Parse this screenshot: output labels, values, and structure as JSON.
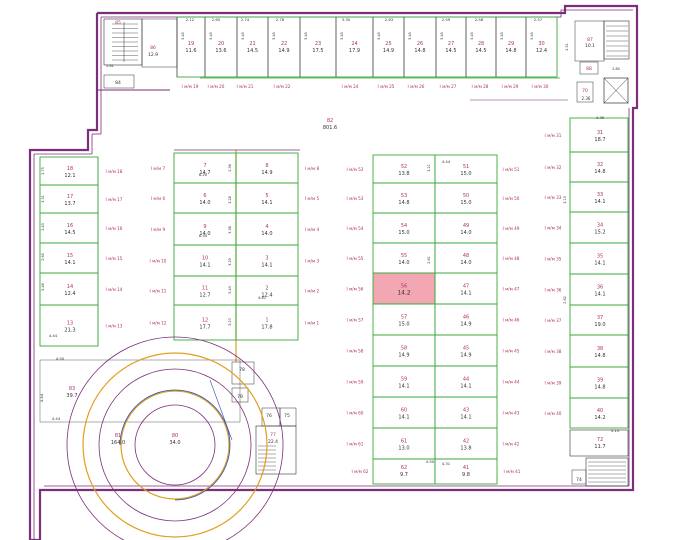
{
  "plan": {
    "colors": {
      "wall": "#7a2f7a",
      "cell": "#3aa83a",
      "text": "#b0306a",
      "dim": "#333333",
      "ramp": "#e0a020",
      "highlight": "#f3a7b3"
    },
    "top_widths": [
      "2.12",
      "2.65",
      "2.74",
      "2.78",
      "3.30",
      "2.63",
      "2.59",
      "2.58",
      "2.57"
    ],
    "top_stalls": [
      {
        "no": "19",
        "area": "11.6"
      },
      {
        "no": "20",
        "area": "13.6"
      },
      {
        "no": "21",
        "area": "14.5"
      },
      {
        "no": "22",
        "area": "14.9"
      },
      {
        "no": "23",
        "area": "17.5"
      },
      {
        "no": "24",
        "area": "17.9"
      },
      {
        "no": "25",
        "area": "14.9"
      },
      {
        "no": "26",
        "area": "14.8"
      },
      {
        "no": "27",
        "area": "14.5"
      },
      {
        "no": "28",
        "area": "14.5"
      },
      {
        "no": "29",
        "area": "14.8"
      },
      {
        "no": "30",
        "area": "12.4"
      }
    ],
    "top_mm": [
      "I м/м 19",
      "I м/м 20",
      "I м/м 21",
      "I м/м 22",
      "I м/м 24",
      "I м/м 25",
      "I м/м 26",
      "I м/м 27",
      "I м/м 28",
      "I м/м 29",
      "I м/м 30"
    ],
    "room85": {
      "no": "85",
      "area": "12.9"
    },
    "room84": "84",
    "room87": {
      "no": "87",
      "area": "10.1"
    },
    "room88": "88",
    "room70": {
      "no": "70",
      "area": "2.36"
    },
    "hall": {
      "no": "82",
      "area": "801.6"
    },
    "left_stalls": [
      {
        "no": "18",
        "area": "12.1",
        "mm": "I м/м 18"
      },
      {
        "no": "17",
        "area": "13.7",
        "mm": "I м/м 17"
      },
      {
        "no": "16",
        "area": "14.5",
        "mm": "I м/м 16"
      },
      {
        "no": "15",
        "area": "14.1",
        "mm": "I м/м 15"
      },
      {
        "no": "14",
        "area": "12.4",
        "mm": "I м/м 14"
      },
      {
        "no": "13",
        "area": "21.3",
        "mm": "I м/м 13"
      }
    ],
    "cl_stalls": [
      {
        "no": "7",
        "area": "14.7",
        "mm": "I м/м 7"
      },
      {
        "no": "6",
        "area": "14.0",
        "mm": "I м/м 6"
      },
      {
        "no": "9",
        "area": "14.0",
        "mm": "I м/м 9"
      },
      {
        "no": "10",
        "area": "14.1",
        "mm": "I м/м 10"
      },
      {
        "no": "11",
        "area": "12.7",
        "mm": "I м/м 11"
      },
      {
        "no": "12",
        "area": "17.7",
        "mm": "I м/м 12"
      }
    ],
    "cr_stalls": [
      {
        "no": "8",
        "area": "14.9",
        "mm": "I м/м 8"
      },
      {
        "no": "5",
        "area": "14.1",
        "mm": "I м/м 5"
      },
      {
        "no": "4",
        "area": "14.0",
        "mm": "I м/м 4"
      },
      {
        "no": "3",
        "area": "14.1",
        "mm": "I м/м 3"
      },
      {
        "no": "2",
        "area": "12.4",
        "mm": "I м/м 2"
      },
      {
        "no": "1",
        "area": "17.8",
        "mm": "I м/м 1"
      }
    ],
    "ml_stalls": [
      {
        "no": "52",
        "area": "13.8",
        "mm": "I м/м 52"
      },
      {
        "no": "53",
        "area": "14.8",
        "mm": "I м/м 53"
      },
      {
        "no": "54",
        "area": "15.0",
        "mm": "I м/м 54"
      },
      {
        "no": "55",
        "area": "14.0",
        "mm": "I м/м 55"
      },
      {
        "no": "56",
        "area": "14.2",
        "mm": "I м/м 56"
      },
      {
        "no": "57",
        "area": "15.0",
        "mm": "I м/м 57"
      },
      {
        "no": "58",
        "area": "14.9",
        "mm": "I м/м 58"
      },
      {
        "no": "59",
        "area": "14.1",
        "mm": "I м/м 59"
      },
      {
        "no": "60",
        "area": "14.1",
        "mm": "I м/м 60"
      },
      {
        "no": "61",
        "area": "13.0",
        "mm": "I м/м 61"
      }
    ],
    "mr_stalls": [
      {
        "no": "51",
        "area": "15.0",
        "mm": "I м/м 51"
      },
      {
        "no": "50",
        "area": "15.0",
        "mm": "I м/м 50"
      },
      {
        "no": "49",
        "area": "14.0",
        "mm": "I м/м 49"
      },
      {
        "no": "48",
        "area": "14.0",
        "mm": "I м/м 48"
      },
      {
        "no": "47",
        "area": "14.1",
        "mm": "I м/м 47"
      },
      {
        "no": "46",
        "area": "14.9",
        "mm": "I м/м 46"
      },
      {
        "no": "45",
        "area": "14.9",
        "mm": "I м/м 45"
      },
      {
        "no": "44",
        "area": "14.1",
        "mm": "I м/м 44"
      },
      {
        "no": "43",
        "area": "14.1",
        "mm": "I м/м 43"
      },
      {
        "no": "42",
        "area": "13.8",
        "mm": "I м/м 42"
      }
    ],
    "bottom_stalls": [
      {
        "no": "62",
        "area": "9.7",
        "mm": "I м/м 62"
      },
      {
        "no": "41",
        "area": "9.8",
        "mm": "I м/м 41"
      }
    ],
    "right_stalls": [
      {
        "no": "31",
        "area": "18.7",
        "mm": "I м/м 31"
      },
      {
        "no": "32",
        "area": "14.8",
        "mm": "I м/м 32"
      },
      {
        "no": "33",
        "area": "14.1",
        "mm": "I м/м 33"
      },
      {
        "no": "34",
        "area": "15.2",
        "mm": "I м/м 34"
      },
      {
        "no": "35",
        "area": "14.1",
        "mm": "I м/м 35"
      },
      {
        "no": "36",
        "area": "14.1",
        "mm": "I м/м 36"
      },
      {
        "no": "37",
        "area": "19.0",
        "mm": "I м/м 37"
      },
      {
        "no": "38",
        "area": "14.8",
        "mm": "I м/м 38"
      },
      {
        "no": "39",
        "area": "14.8",
        "mm": "I м/м 39"
      },
      {
        "no": "40",
        "area": "14.2",
        "mm": "I м/м 40"
      }
    ],
    "room72": {
      "no": "72",
      "area": "11.7"
    },
    "room74": "74",
    "room83": {
      "no": "83",
      "area": "39.7"
    },
    "room81": {
      "no": "81",
      "area": "164.0"
    },
    "room80": {
      "no": "80",
      "area": "34.0"
    },
    "room78": "78",
    "room79": "79",
    "room76": "76",
    "room75": "75",
    "room77": {
      "no": "77",
      "area": "22.4"
    },
    "dims_side": [
      "2.75",
      "3.31",
      "2.43",
      "2.65",
      "5.46",
      "2.36",
      "3.28",
      "3.38",
      "3.29",
      "5.43",
      "3.20",
      "3.21",
      "2.61",
      "3.13",
      "2.62"
    ],
    "dims_misc": [
      "4.50",
      "4.44",
      "5.15",
      "4.44",
      "4.31",
      "4.61",
      "6.20",
      "6.40",
      "4.44",
      "4.35"
    ]
  }
}
